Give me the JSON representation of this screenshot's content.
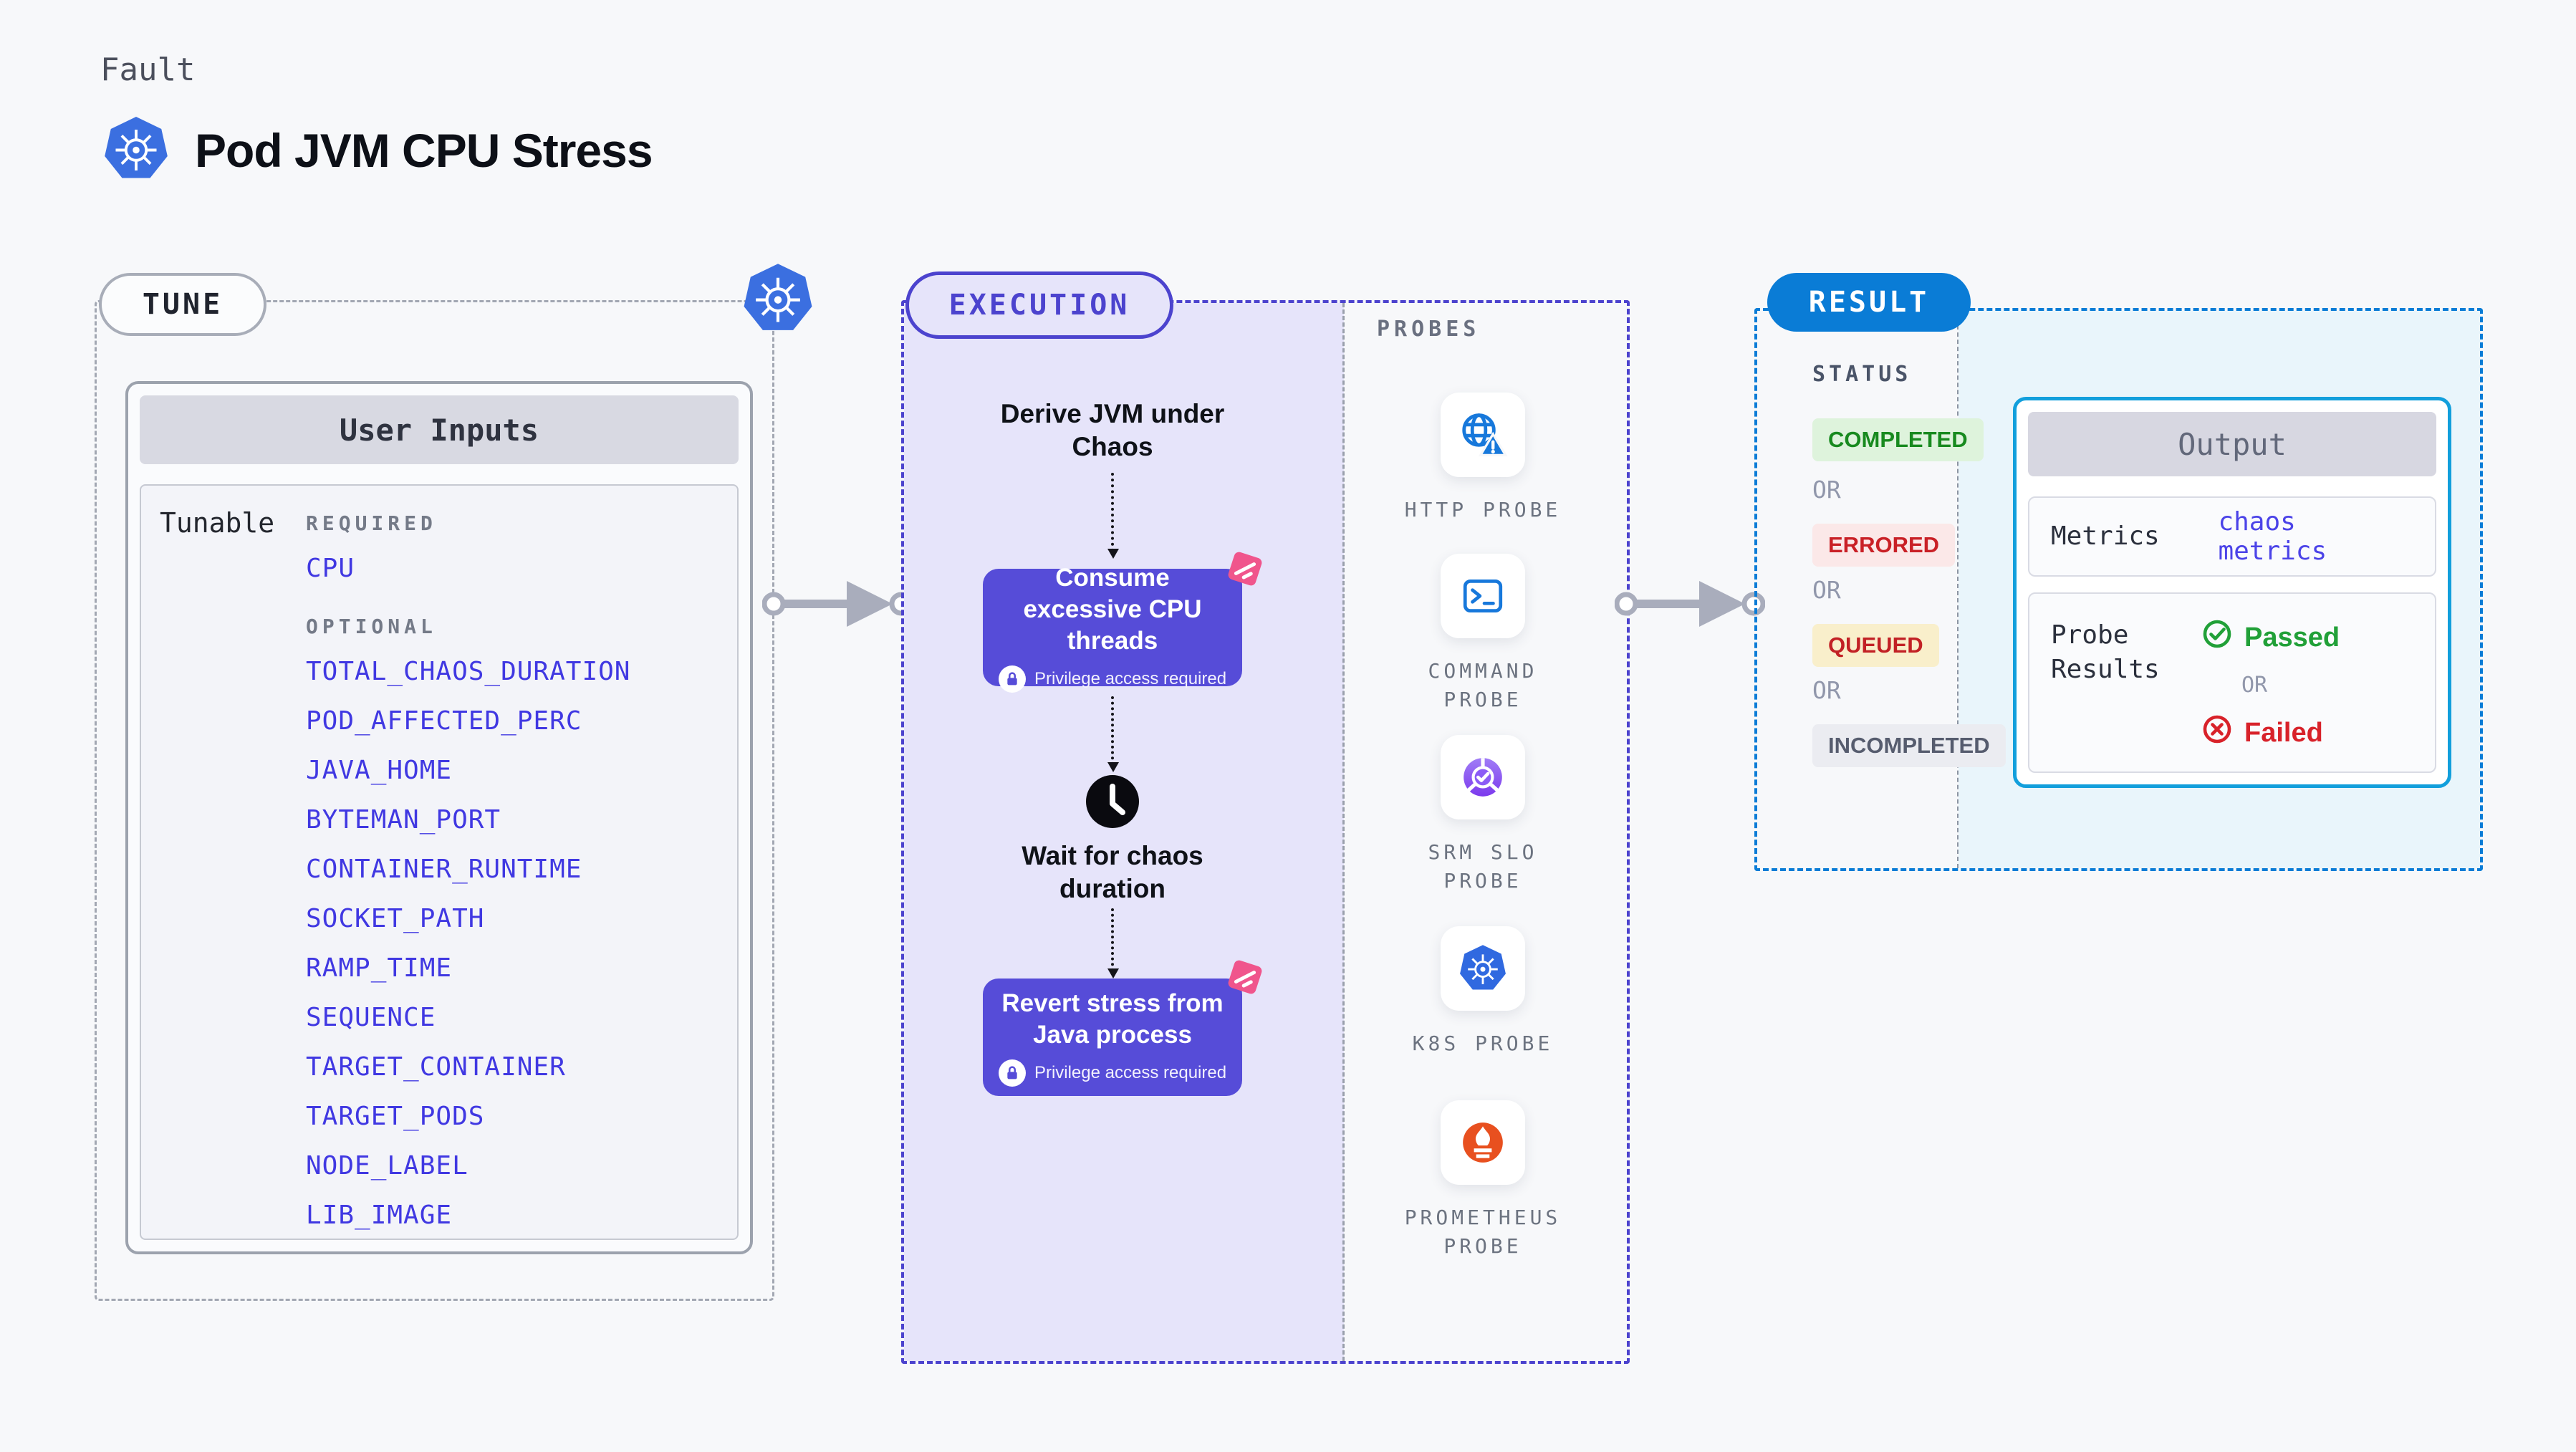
{
  "header": {
    "kicker": "Fault",
    "title": "Pod JVM CPU Stress"
  },
  "tune": {
    "label": "TUNE",
    "card_title": "User Inputs",
    "row_label": "Tunable",
    "required_label": "REQUIRED",
    "optional_label": "OPTIONAL",
    "required": [
      "CPU"
    ],
    "optional": [
      "TOTAL_CHAOS_DURATION",
      "POD_AFFECTED_PERC",
      "JAVA_HOME",
      "BYTEMAN_PORT",
      "CONTAINER_RUNTIME",
      "SOCKET_PATH",
      "RAMP_TIME",
      "SEQUENCE",
      "TARGET_CONTAINER",
      "TARGET_PODS",
      "NODE_LABEL",
      "LIB_IMAGE"
    ]
  },
  "execution": {
    "label": "EXECUTION",
    "step1": "Derive JVM under Chaos",
    "box1_title": "Consume excessive CPU threads",
    "box1_note": "Privilege access required",
    "wait_step": "Wait for chaos duration",
    "box2_title": "Revert stress from Java process",
    "box2_note": "Privilege access required"
  },
  "probes": {
    "label": "PROBES",
    "items": [
      {
        "name": "HTTP PROBE",
        "icon": "globe-warning-icon"
      },
      {
        "name": "COMMAND PROBE",
        "icon": "terminal-icon"
      },
      {
        "name": "SRM SLO PROBE",
        "icon": "slo-check-icon"
      },
      {
        "name": "K8S PROBE",
        "icon": "kubernetes-icon"
      },
      {
        "name": "PROMETHEUS PROBE",
        "icon": "prometheus-icon"
      }
    ]
  },
  "result": {
    "label": "RESULT",
    "status_label": "STATUS",
    "or_label": "OR",
    "statuses": [
      {
        "label": "COMPLETED",
        "fg": "#188a1f",
        "bg": "#def3dc"
      },
      {
        "label": "ERRORED",
        "fg": "#c92026",
        "bg": "#fbe8e8"
      },
      {
        "label": "QUEUED",
        "fg": "#c22125",
        "bg": "#f9efcb"
      },
      {
        "label": "INCOMPLETED",
        "fg": "#565c6e",
        "bg": "#ebecf1"
      }
    ],
    "output": {
      "title": "Output",
      "metrics_label": "Metrics",
      "metrics_value": "chaos metrics",
      "probe_results_label": "Probe Results",
      "passed_label": "Passed",
      "or_label": "OR",
      "failed_label": "Failed"
    }
  },
  "colors": {
    "accent_indigo": "#4c43ce",
    "box_purple": "#564cd8",
    "result_blue": "#0a7cd6",
    "output_border_cyan": "#129fdc",
    "param_blue": "#4038e2",
    "badge_pink": "#f0558c",
    "arrow_grey": "#a9adbc"
  }
}
